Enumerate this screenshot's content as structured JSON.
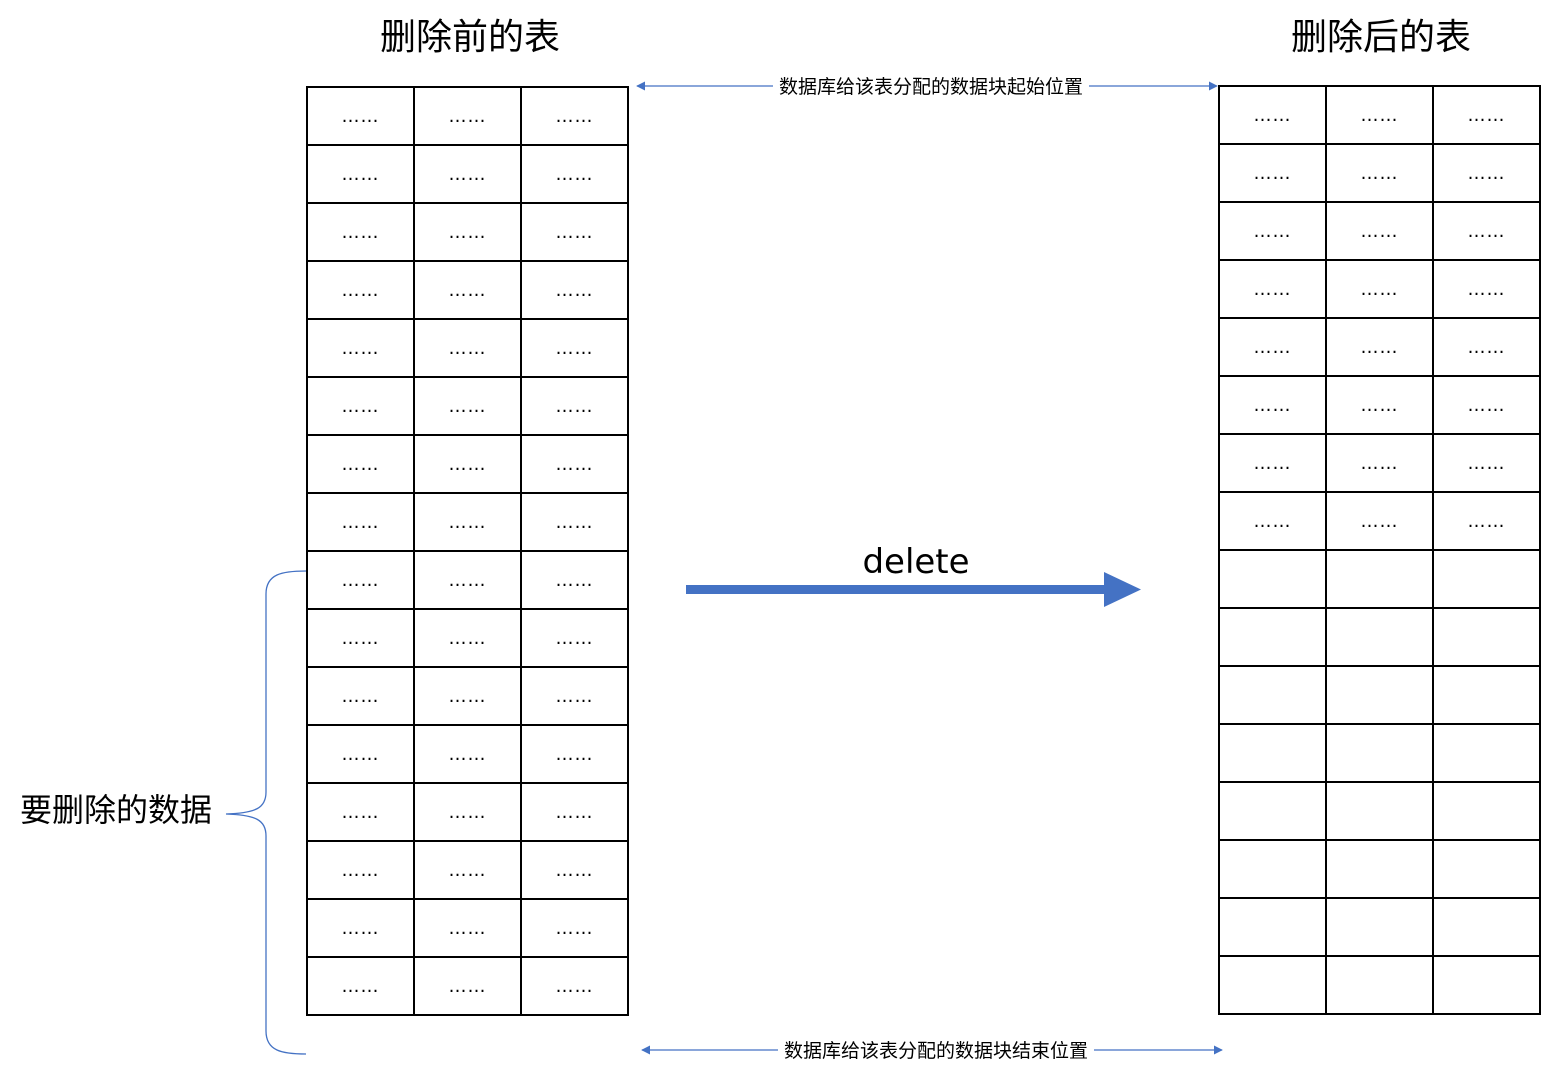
{
  "titles": {
    "before": "删除前的表",
    "after": "删除后的表"
  },
  "labels": {
    "start": "数据库给该表分配的数据块起始位置",
    "end": "数据库给该表分配的数据块结束位置",
    "action": "delete",
    "to_delete": "要删除的数据"
  },
  "cell_placeholder": "……",
  "table_before": {
    "rows": 16,
    "columns": 3,
    "filled_rows": 16,
    "rows_to_delete": 8
  },
  "table_after": {
    "rows": 16,
    "columns": 3,
    "filled_rows": 8
  },
  "colors": {
    "arrow": "#4472c4",
    "connector": "#4472c4",
    "brace": "#4472c4",
    "grid": "#000000"
  }
}
